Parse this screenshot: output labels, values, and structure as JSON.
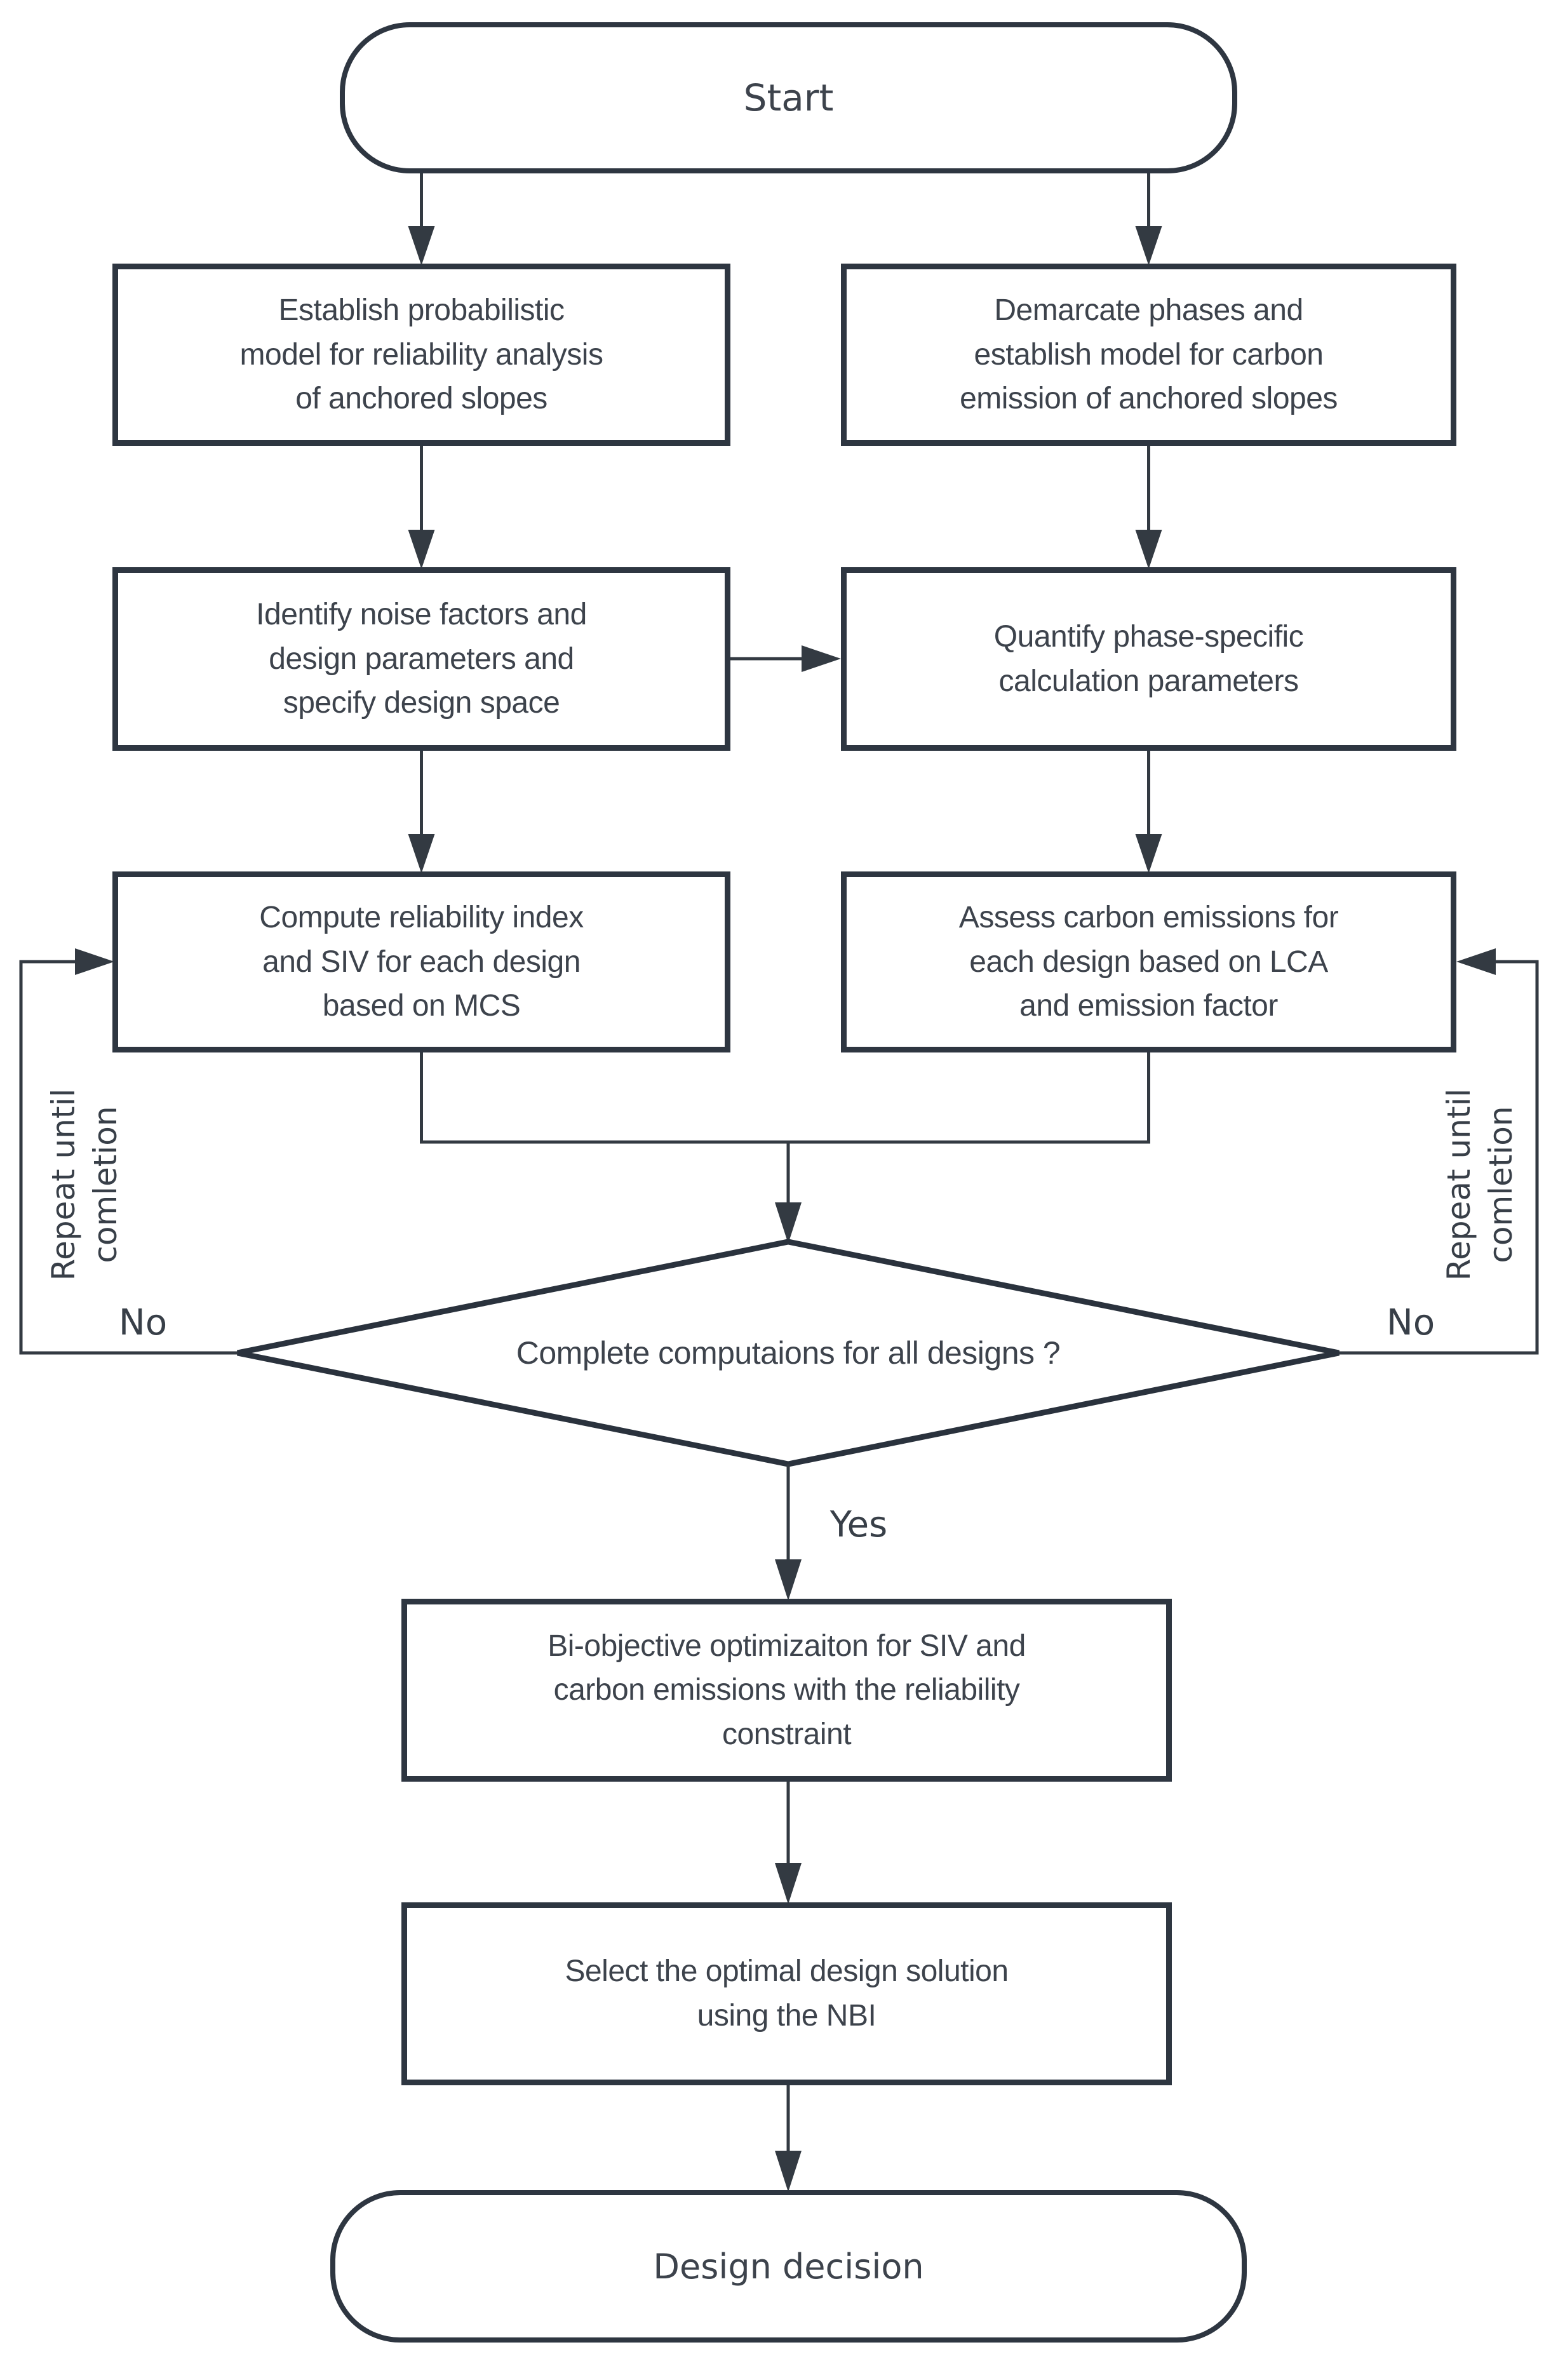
{
  "flowchart": {
    "nodes": {
      "start": "Start",
      "establish_probabilistic": "Establish probabilistic\nmodel for reliability analysis\nof anchored slopes",
      "demarcate_phases": "Demarcate phases and\nestablish model for carbon\nemission of anchored slopes",
      "identify_noise": "Identify noise factors and\ndesign parameters and\nspecify design space",
      "quantify_params": "Quantify phase-specific\ncalculation parameters",
      "compute_reliability": "Compute reliability index\nand SIV for each design\nbased on MCS",
      "assess_carbon": "Assess carbon emissions for\neach design based on LCA\nand emission factor",
      "completion_check": "Complete computaions for all designs ?",
      "bi_objective": "Bi-objective optimizaiton for SIV and\ncarbon emissions with the reliability\nconstraint",
      "select_optimal": "Select the optimal design solution\nusing the NBI",
      "design_decision": "Design decision"
    },
    "edge_labels": {
      "yes": "Yes",
      "no_left": "No",
      "no_right": "No",
      "repeat_left": "Repeat until\ncomletion",
      "repeat_right": "Repeat until\ncomletion"
    },
    "colors": {
      "ink": "#2e3641",
      "line": "#333a42",
      "text": "#3d434c",
      "background": "#ffffff"
    }
  }
}
